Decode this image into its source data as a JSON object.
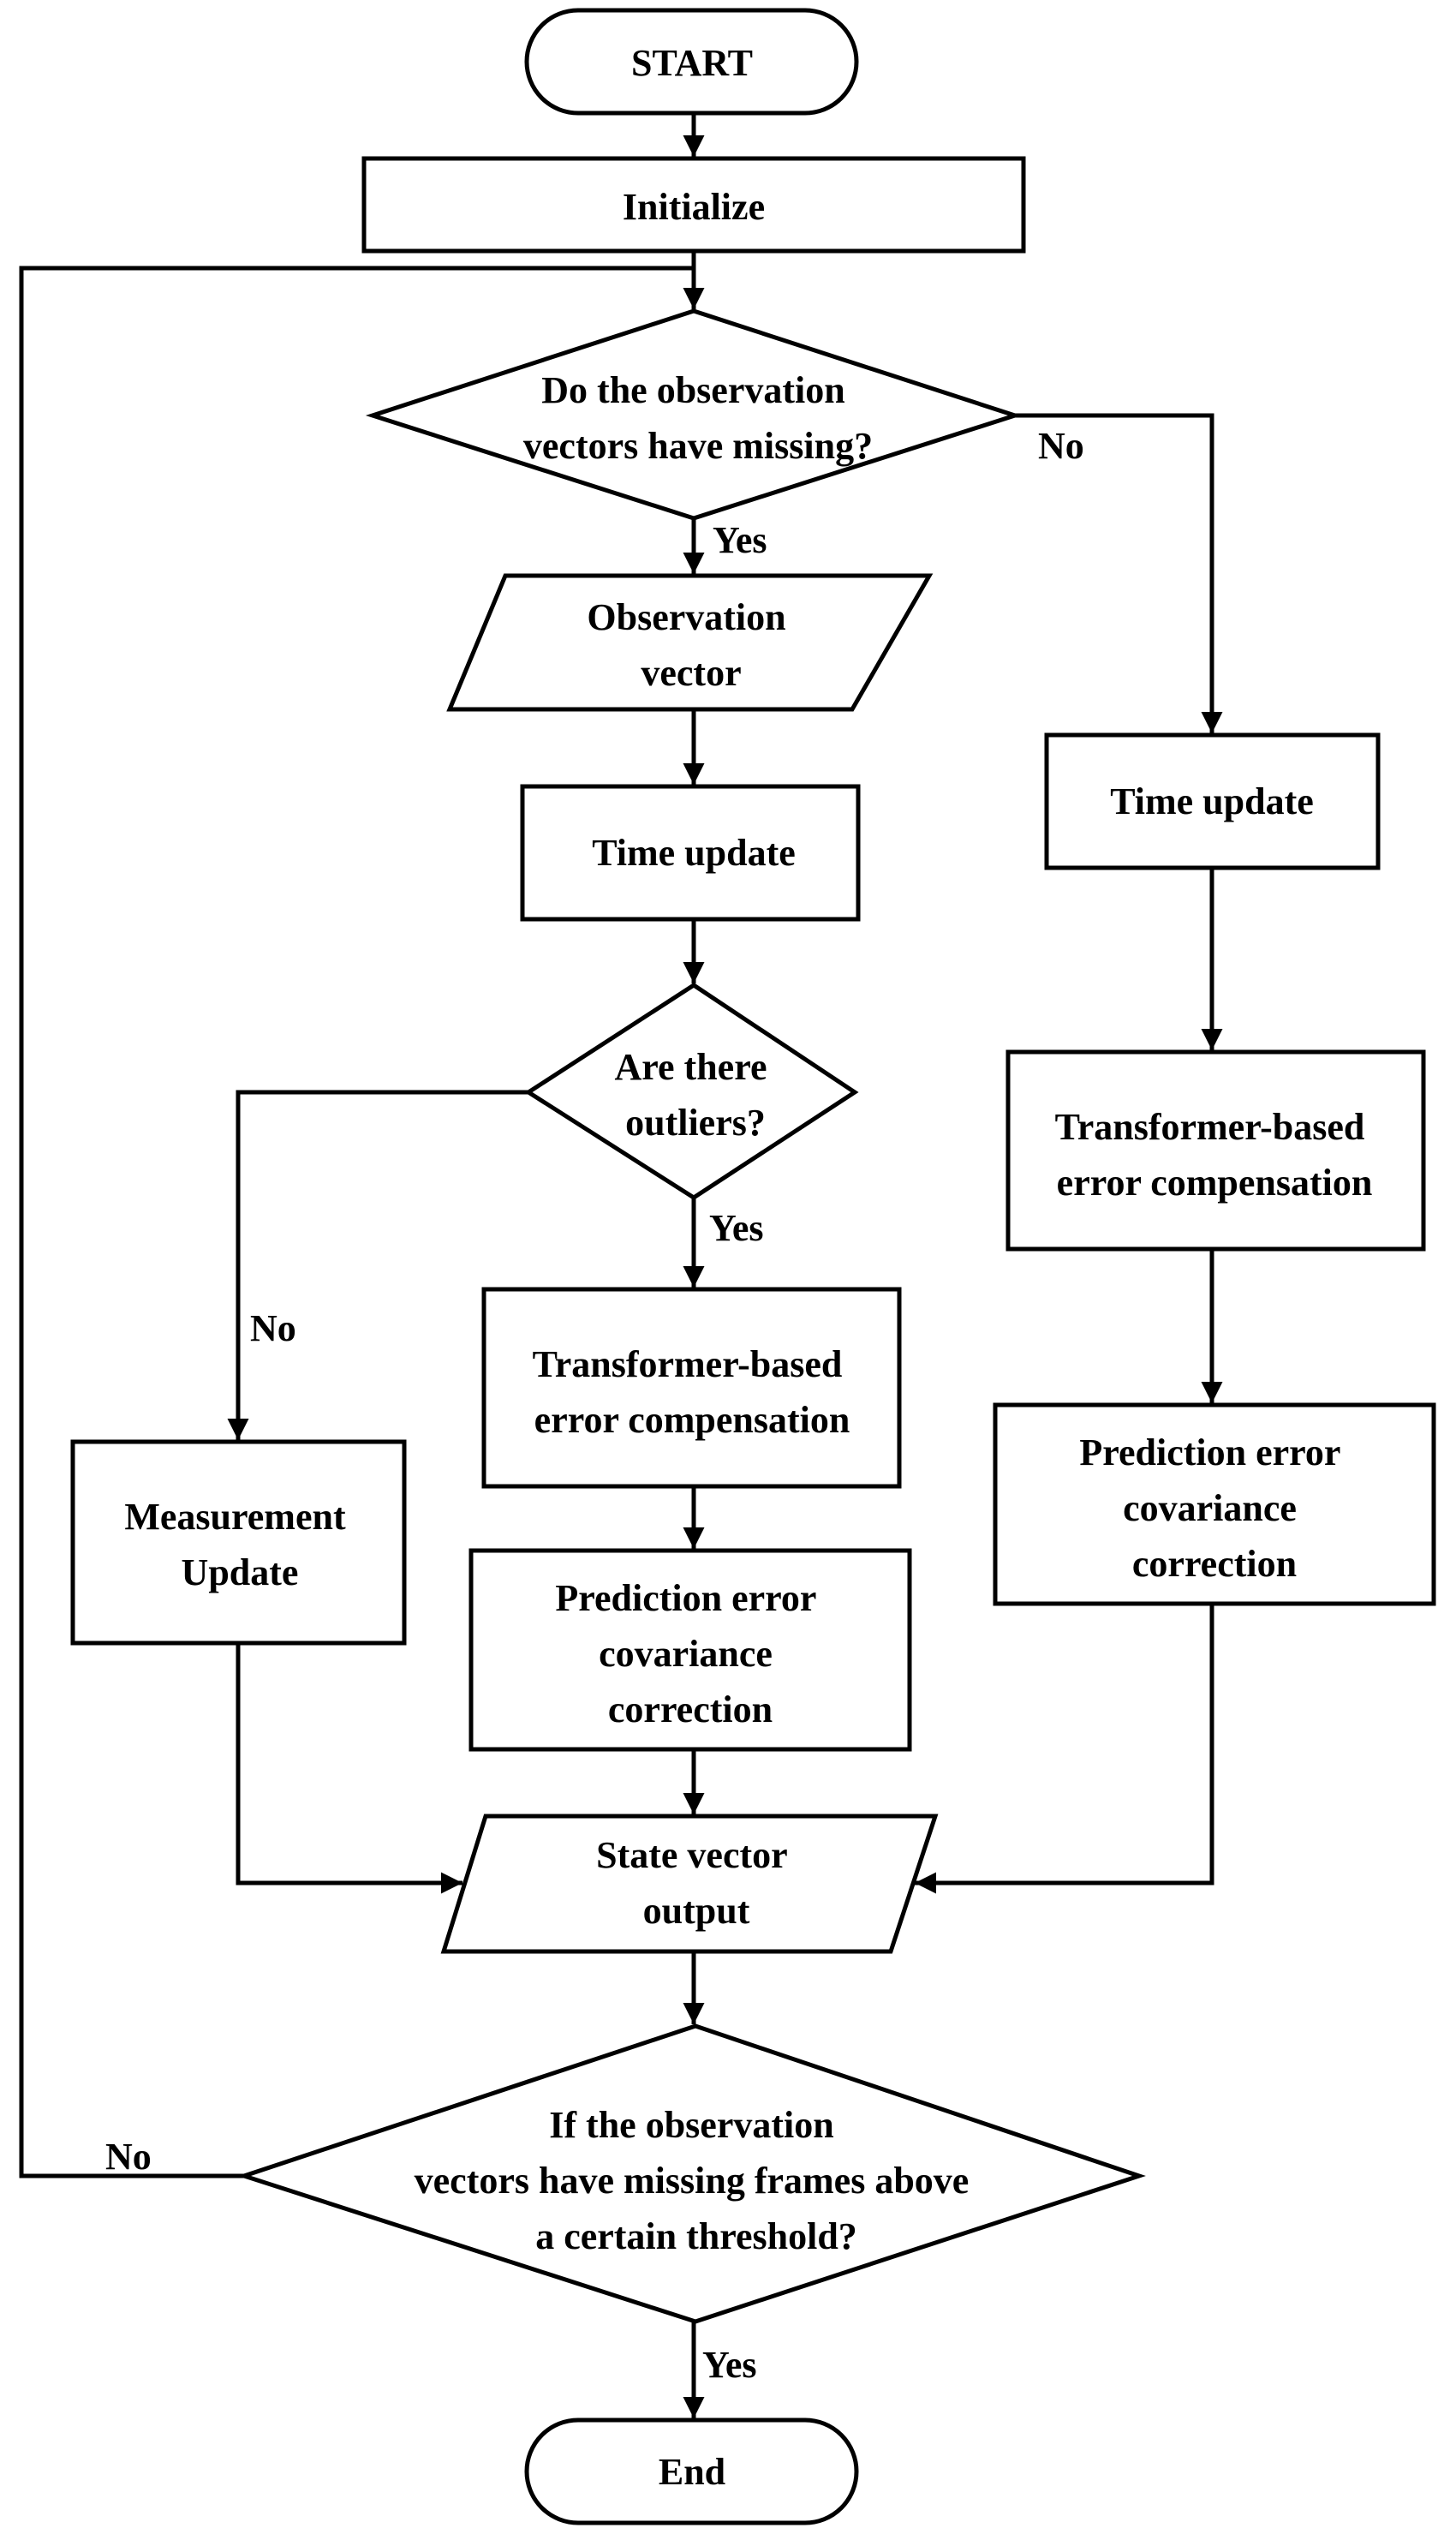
{
  "nodes": {
    "start": "START",
    "initialize": "Initialize",
    "missing_check": [
      "Do the observation",
      "vectors have missing?"
    ],
    "observation_vector": [
      "Observation",
      "vector"
    ],
    "time_update_left": "Time update",
    "outlier_check": [
      "Are there",
      "outliers?"
    ],
    "transformer_comp_mid": [
      "Transformer-based",
      "error compensation"
    ],
    "prediction_cov_mid": [
      "Prediction error",
      "covariance",
      "correction"
    ],
    "measurement_update": [
      "Measurement",
      "Update"
    ],
    "time_update_right": "Time update",
    "transformer_comp_right": [
      "Transformer-based",
      "error compensation"
    ],
    "prediction_cov_right": [
      "Prediction error",
      "covariance",
      "correction"
    ],
    "state_output": [
      "State vector",
      "output"
    ],
    "threshold_check": [
      "If the observation",
      "vectors have missing frames above",
      "a certain threshold?"
    ],
    "end": "End"
  },
  "edge_labels": {
    "missing_yes": "Yes",
    "missing_no": "No",
    "outlier_yes": "Yes",
    "outlier_no": "No",
    "threshold_yes": "Yes",
    "threshold_no": "No"
  }
}
